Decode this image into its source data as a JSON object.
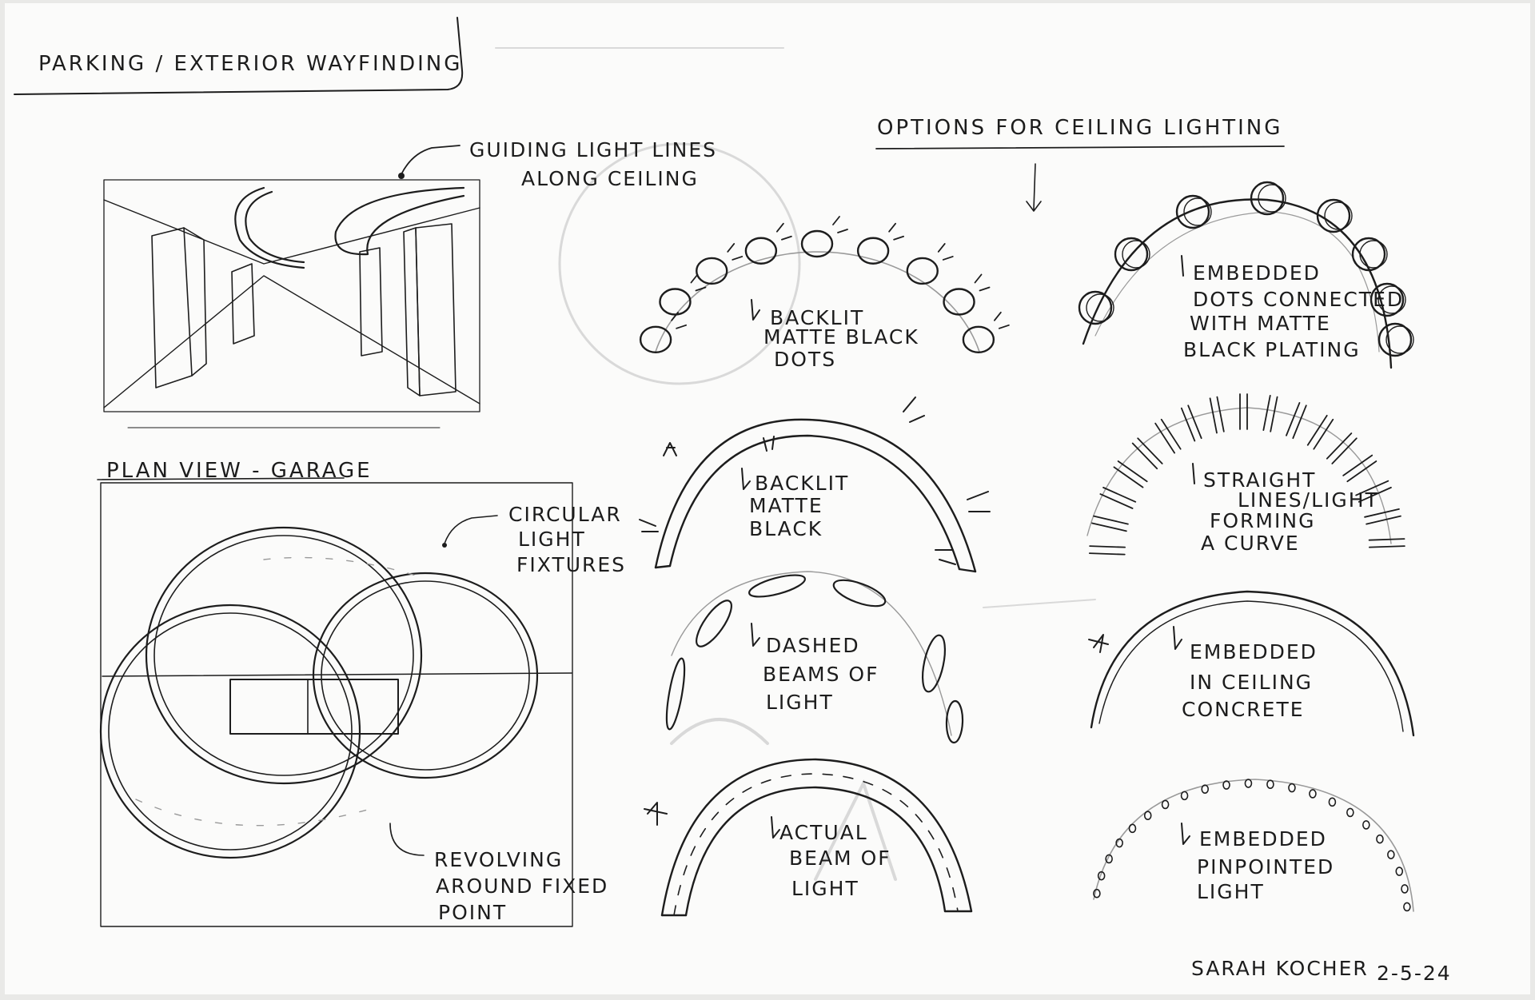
{
  "title": "PARKING / EXTERIOR WAYFINDING",
  "perspective_sketch": {
    "note_line1": "GUIDING LIGHT LINES",
    "note_line2": "ALONG CEILING"
  },
  "plan_view": {
    "heading": "PLAN VIEW - GARAGE",
    "note1_lines": [
      "CIRCULAR",
      "LIGHT",
      "FIXTURES"
    ],
    "note2_lines": [
      "REVOLVING",
      "AROUND FIXED",
      "POINT"
    ]
  },
  "ceiling_options": {
    "heading": "OPTIONS FOR CEILING LIGHTING",
    "options": [
      {
        "lines": [
          "BACKLIT",
          "MATTE BLACK",
          "DOTS"
        ]
      },
      {
        "lines": [
          "EMBEDDED",
          "DOTS CONNECTED",
          "WITH MATTE",
          "BLACK PLATING"
        ]
      },
      {
        "lines": [
          "BACKLIT",
          "MATTE",
          "BLACK"
        ]
      },
      {
        "lines": [
          "STRAIGHT",
          "LINES/LIGHT",
          "FORMING",
          "A CURVE"
        ]
      },
      {
        "lines": [
          "DASHED",
          "BEAMS OF",
          "LIGHT"
        ]
      },
      {
        "lines": [
          "EMBEDDED",
          "IN CEILING",
          "CONCRETE"
        ]
      },
      {
        "lines": [
          "ACTUAL",
          "BEAM OF",
          "LIGHT"
        ]
      },
      {
        "lines": [
          "EMBEDDED",
          "PINPOINTED",
          "LIGHT"
        ]
      }
    ]
  },
  "signature": {
    "name": "SARAH KOCHER",
    "date": "2-5-24"
  }
}
